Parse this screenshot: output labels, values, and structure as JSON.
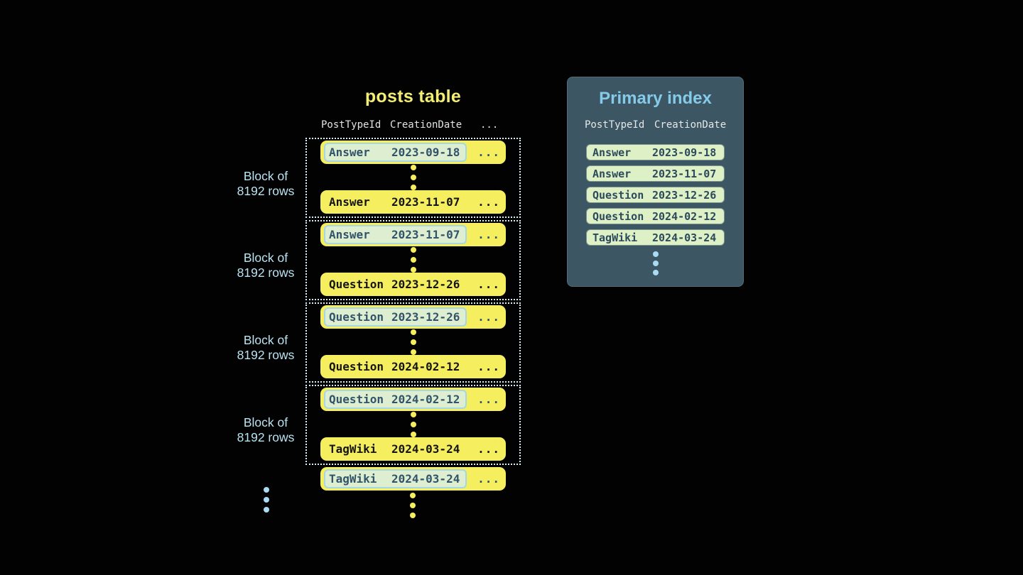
{
  "posts_table": {
    "title": "posts table",
    "headers": {
      "col1": "PostTypeId",
      "col2": "CreationDate",
      "col3": "..."
    },
    "block_label": {
      "line1": "Block of",
      "line2": "8192 rows"
    },
    "ellipsis": "...",
    "blocks": [
      {
        "first": {
          "type": "Answer",
          "date": "2023-09-18"
        },
        "last": {
          "type": "Answer",
          "date": "2023-11-07"
        }
      },
      {
        "first": {
          "type": "Answer",
          "date": "2023-11-07"
        },
        "last": {
          "type": "Question",
          "date": "2023-12-26"
        }
      },
      {
        "first": {
          "type": "Question",
          "date": "2023-12-26"
        },
        "last": {
          "type": "Question",
          "date": "2024-02-12"
        }
      },
      {
        "first": {
          "type": "Question",
          "date": "2024-02-12"
        },
        "last": {
          "type": "TagWiki",
          "date": "2024-03-24"
        }
      }
    ],
    "overflow_row": {
      "type": "TagWiki",
      "date": "2024-03-24"
    }
  },
  "primary_index": {
    "title": "Primary index",
    "headers": {
      "col1": "PostTypeId",
      "col2": "CreationDate"
    },
    "rows": [
      {
        "type": "Answer",
        "date": "2023-09-18"
      },
      {
        "type": "Answer",
        "date": "2023-11-07"
      },
      {
        "type": "Question",
        "date": "2023-12-26"
      },
      {
        "type": "Question",
        "date": "2024-02-12"
      },
      {
        "type": "TagWiki",
        "date": "2024-03-24"
      }
    ]
  },
  "colors": {
    "background": "#020202",
    "row_yellow": "#f5ee5f",
    "title_yellow": "#f2ee74",
    "highlight_cell_bg": "#ddefd0",
    "highlight_cell_border": "#a5d7e4",
    "slate_text": "#32536b",
    "block_border": "#d9eff4",
    "block_label_blue": "#b9e3f1",
    "panel_bg": "#3c5664",
    "panel_title_blue": "#85cbe9",
    "index_pill_bg": "#def0c5",
    "index_text": "#2c4a5c",
    "blue_dot": "#a9dcf2"
  }
}
